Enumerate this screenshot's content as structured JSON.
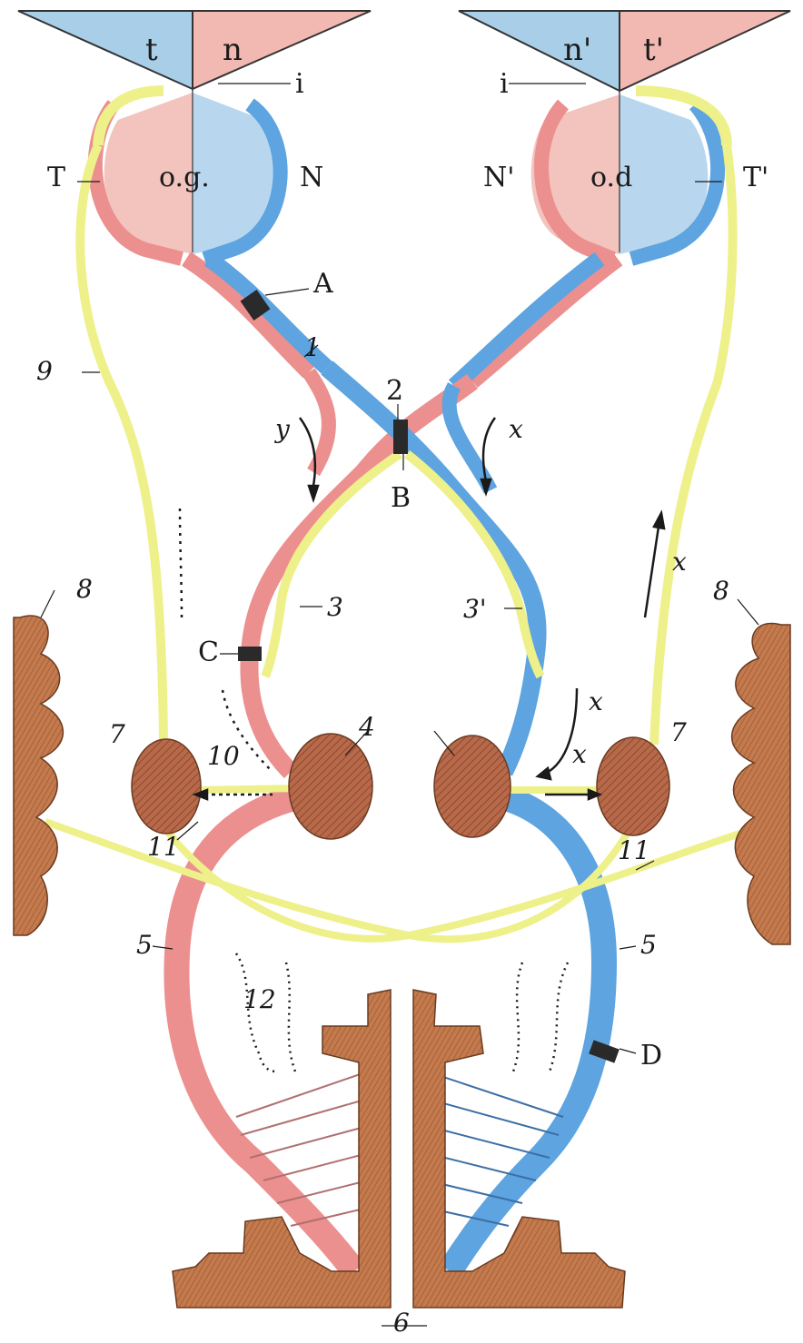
{
  "visual_fields": {
    "left_temporal": "t",
    "left_nasal": "n",
    "right_nasal": "n'",
    "right_temporal": "t'"
  },
  "eyes": {
    "left_eye_label": "o.g.",
    "right_eye_label": "o.d"
  },
  "labels": {
    "i_left": "i",
    "i_right": "i",
    "T": "T",
    "N": "N",
    "N_prime": "N'",
    "T_prime": "T'",
    "A": "A",
    "B": "B",
    "C": "C",
    "D": "D",
    "n1": "1",
    "n2": "2",
    "n3": "3",
    "n3_prime": "3'",
    "n4": "4",
    "n5_left": "5",
    "n5_right": "5",
    "n6": "6",
    "n7_left": "7",
    "n7_right": "7",
    "n8_left": "8",
    "n8_right": "8",
    "n9": "9",
    "n10": "10",
    "n11_left": "11",
    "n11_right": "11",
    "n12": "12",
    "x1": "x",
    "x2": "x",
    "x3": "x",
    "x4": "x",
    "y": "y"
  },
  "colors": {
    "red_pathway": "#ec8f8f",
    "blue_pathway": "#5da4e0",
    "yellow_pathway": "#eef08a",
    "nucleus": "#b8694a",
    "cortex": "#c47a4c",
    "lesion": "#2a2a2a",
    "field_blue": "#a9cfe8",
    "field_red": "#f2b8b2"
  }
}
